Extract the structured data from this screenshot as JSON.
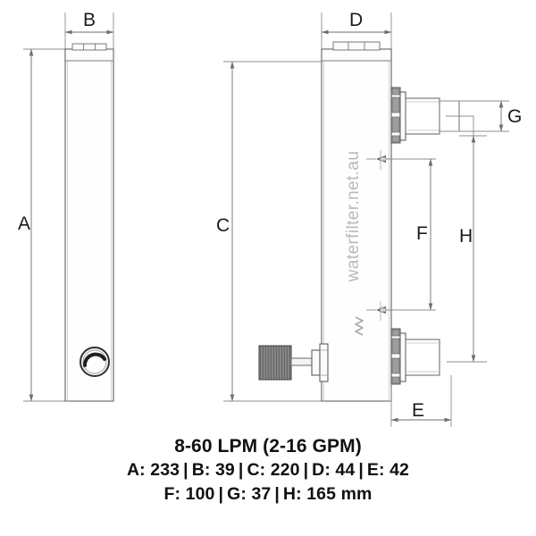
{
  "drawing": {
    "title_caption": "8-60 LPM (2-16 GPM)",
    "watermark": "waterfilter.net.au",
    "separator": "|",
    "units_note": "mm",
    "colors": {
      "line": "#6e6e6e",
      "line_dark": "#3c3c3c",
      "fill_light": "#fdfdfd",
      "hatch": "#8a8a8a",
      "text": "#111111",
      "watermark": "#b9b9b9",
      "background": "#ffffff"
    },
    "views": [
      {
        "id": "front-view",
        "name": "front-elevation"
      },
      {
        "id": "side-view",
        "name": "side-elevation"
      }
    ],
    "dimension_labels": [
      {
        "key": "A",
        "label": "A",
        "view": "front-view",
        "orientation": "vertical"
      },
      {
        "key": "B",
        "label": "B",
        "view": "front-view",
        "orientation": "horizontal"
      },
      {
        "key": "C",
        "label": "C",
        "view": "side-view",
        "orientation": "vertical"
      },
      {
        "key": "D",
        "label": "D",
        "view": "side-view",
        "orientation": "horizontal"
      },
      {
        "key": "E",
        "label": "E",
        "view": "side-view",
        "orientation": "horizontal"
      },
      {
        "key": "F",
        "label": "F",
        "view": "side-view",
        "orientation": "vertical"
      },
      {
        "key": "G",
        "label": "G",
        "view": "side-view",
        "orientation": "vertical"
      },
      {
        "key": "H",
        "label": "H",
        "view": "side-view",
        "orientation": "vertical"
      }
    ],
    "measurements": [
      {
        "key": "A",
        "text": "A: 233"
      },
      {
        "key": "B",
        "text": "B: 39"
      },
      {
        "key": "C",
        "text": "C: 220"
      },
      {
        "key": "D",
        "text": "D: 44"
      },
      {
        "key": "E",
        "text": "E: 42"
      },
      {
        "key": "F",
        "text": "F: 100"
      },
      {
        "key": "G",
        "text": "G: 37"
      },
      {
        "key": "H",
        "text": "H: 165 mm"
      }
    ],
    "caption_rows": [
      {
        "id": "row-1",
        "text": "A: 233  |  B: 39  |  C: 220  |  D: 44  |  E: 42"
      },
      {
        "id": "row-2",
        "text": "F: 100  |  G: 37  |  H: 165 mm"
      }
    ],
    "components": [
      {
        "id": "front-body",
        "name": "housing-body-front"
      },
      {
        "id": "front-cap",
        "name": "top-cap-front"
      },
      {
        "id": "front-indicator",
        "name": "indicator-window"
      },
      {
        "id": "side-body",
        "name": "housing-body-side"
      },
      {
        "id": "side-cap",
        "name": "top-cap-side"
      },
      {
        "id": "top-port",
        "name": "outlet-port-fitting"
      },
      {
        "id": "bottom-port",
        "name": "inlet-port-fitting"
      },
      {
        "id": "drain-knob",
        "name": "drain-knob"
      },
      {
        "id": "spring",
        "name": "spring-symbol"
      }
    ]
  }
}
